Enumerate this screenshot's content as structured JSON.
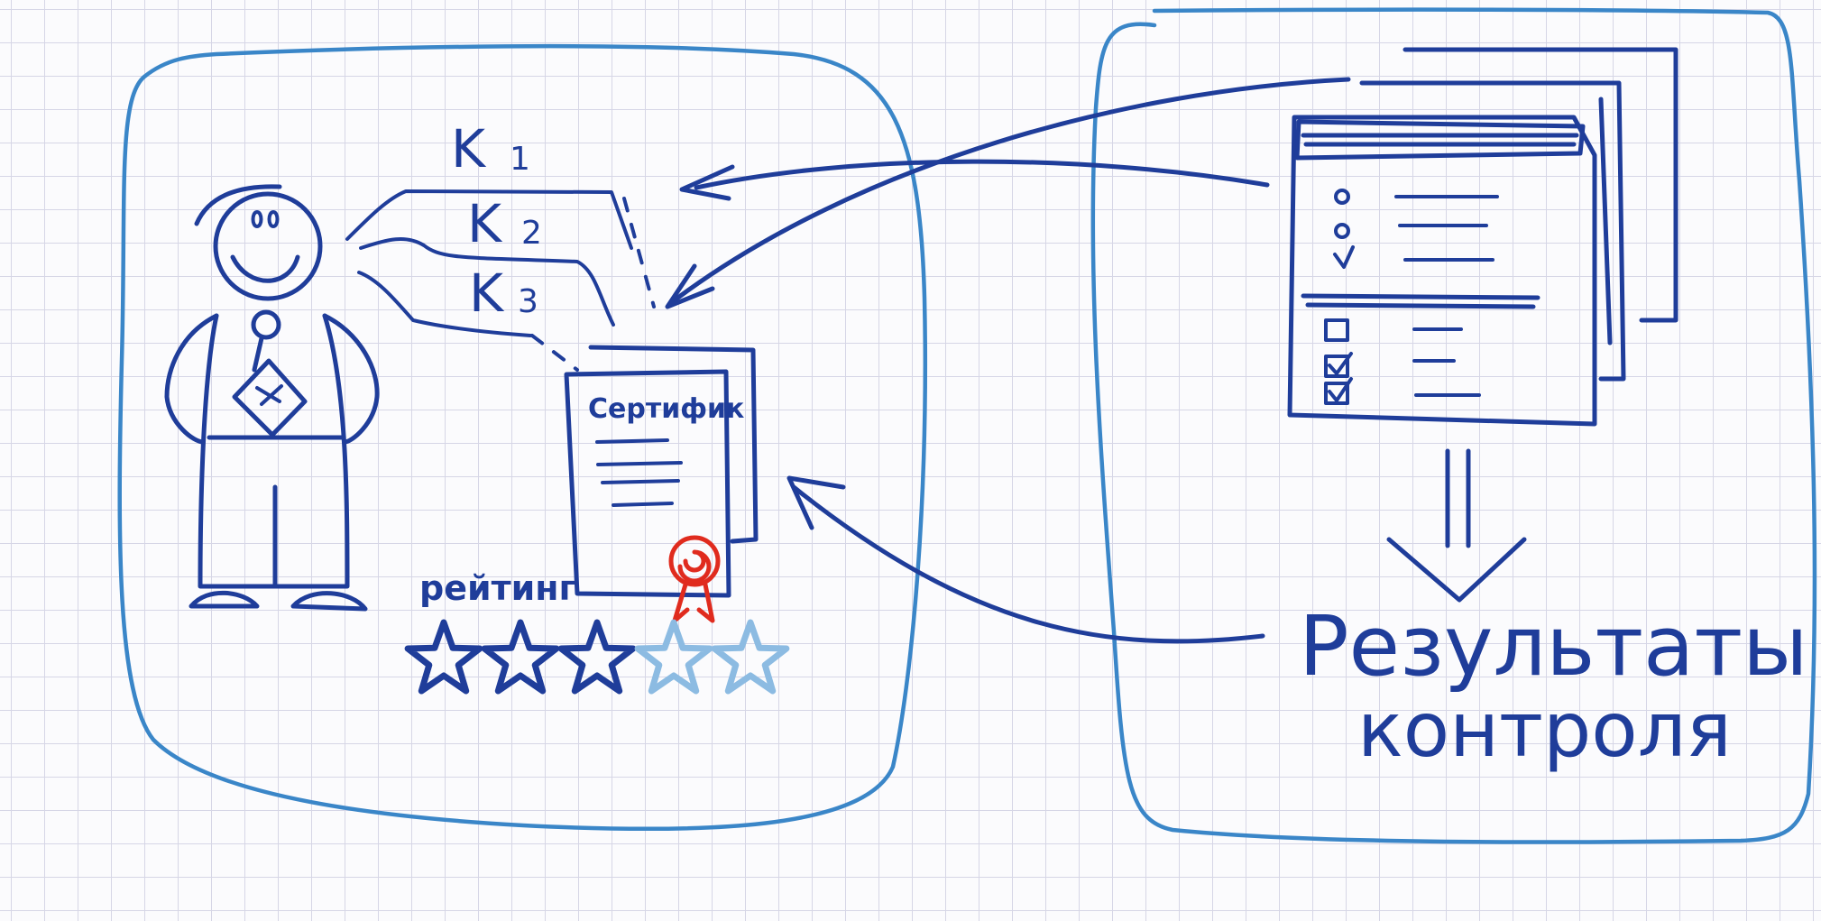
{
  "labels": {
    "k1": "K",
    "k1_sub": "1",
    "k2": "K",
    "k2_sub": "2",
    "k3": "K",
    "k3_sub": "3",
    "certificate": "Сертифик",
    "rating": "рейтинг",
    "results_line1": "Результаты",
    "results_line2": "контроля"
  },
  "rating": {
    "filled_stars": 3,
    "total_stars": 5
  },
  "colors": {
    "ink": "#1f3d9a",
    "frame": "#3a86c8",
    "seal": "#e02b1e",
    "star_empty": "#8cbbe2",
    "grid": "#d6d6e6"
  }
}
